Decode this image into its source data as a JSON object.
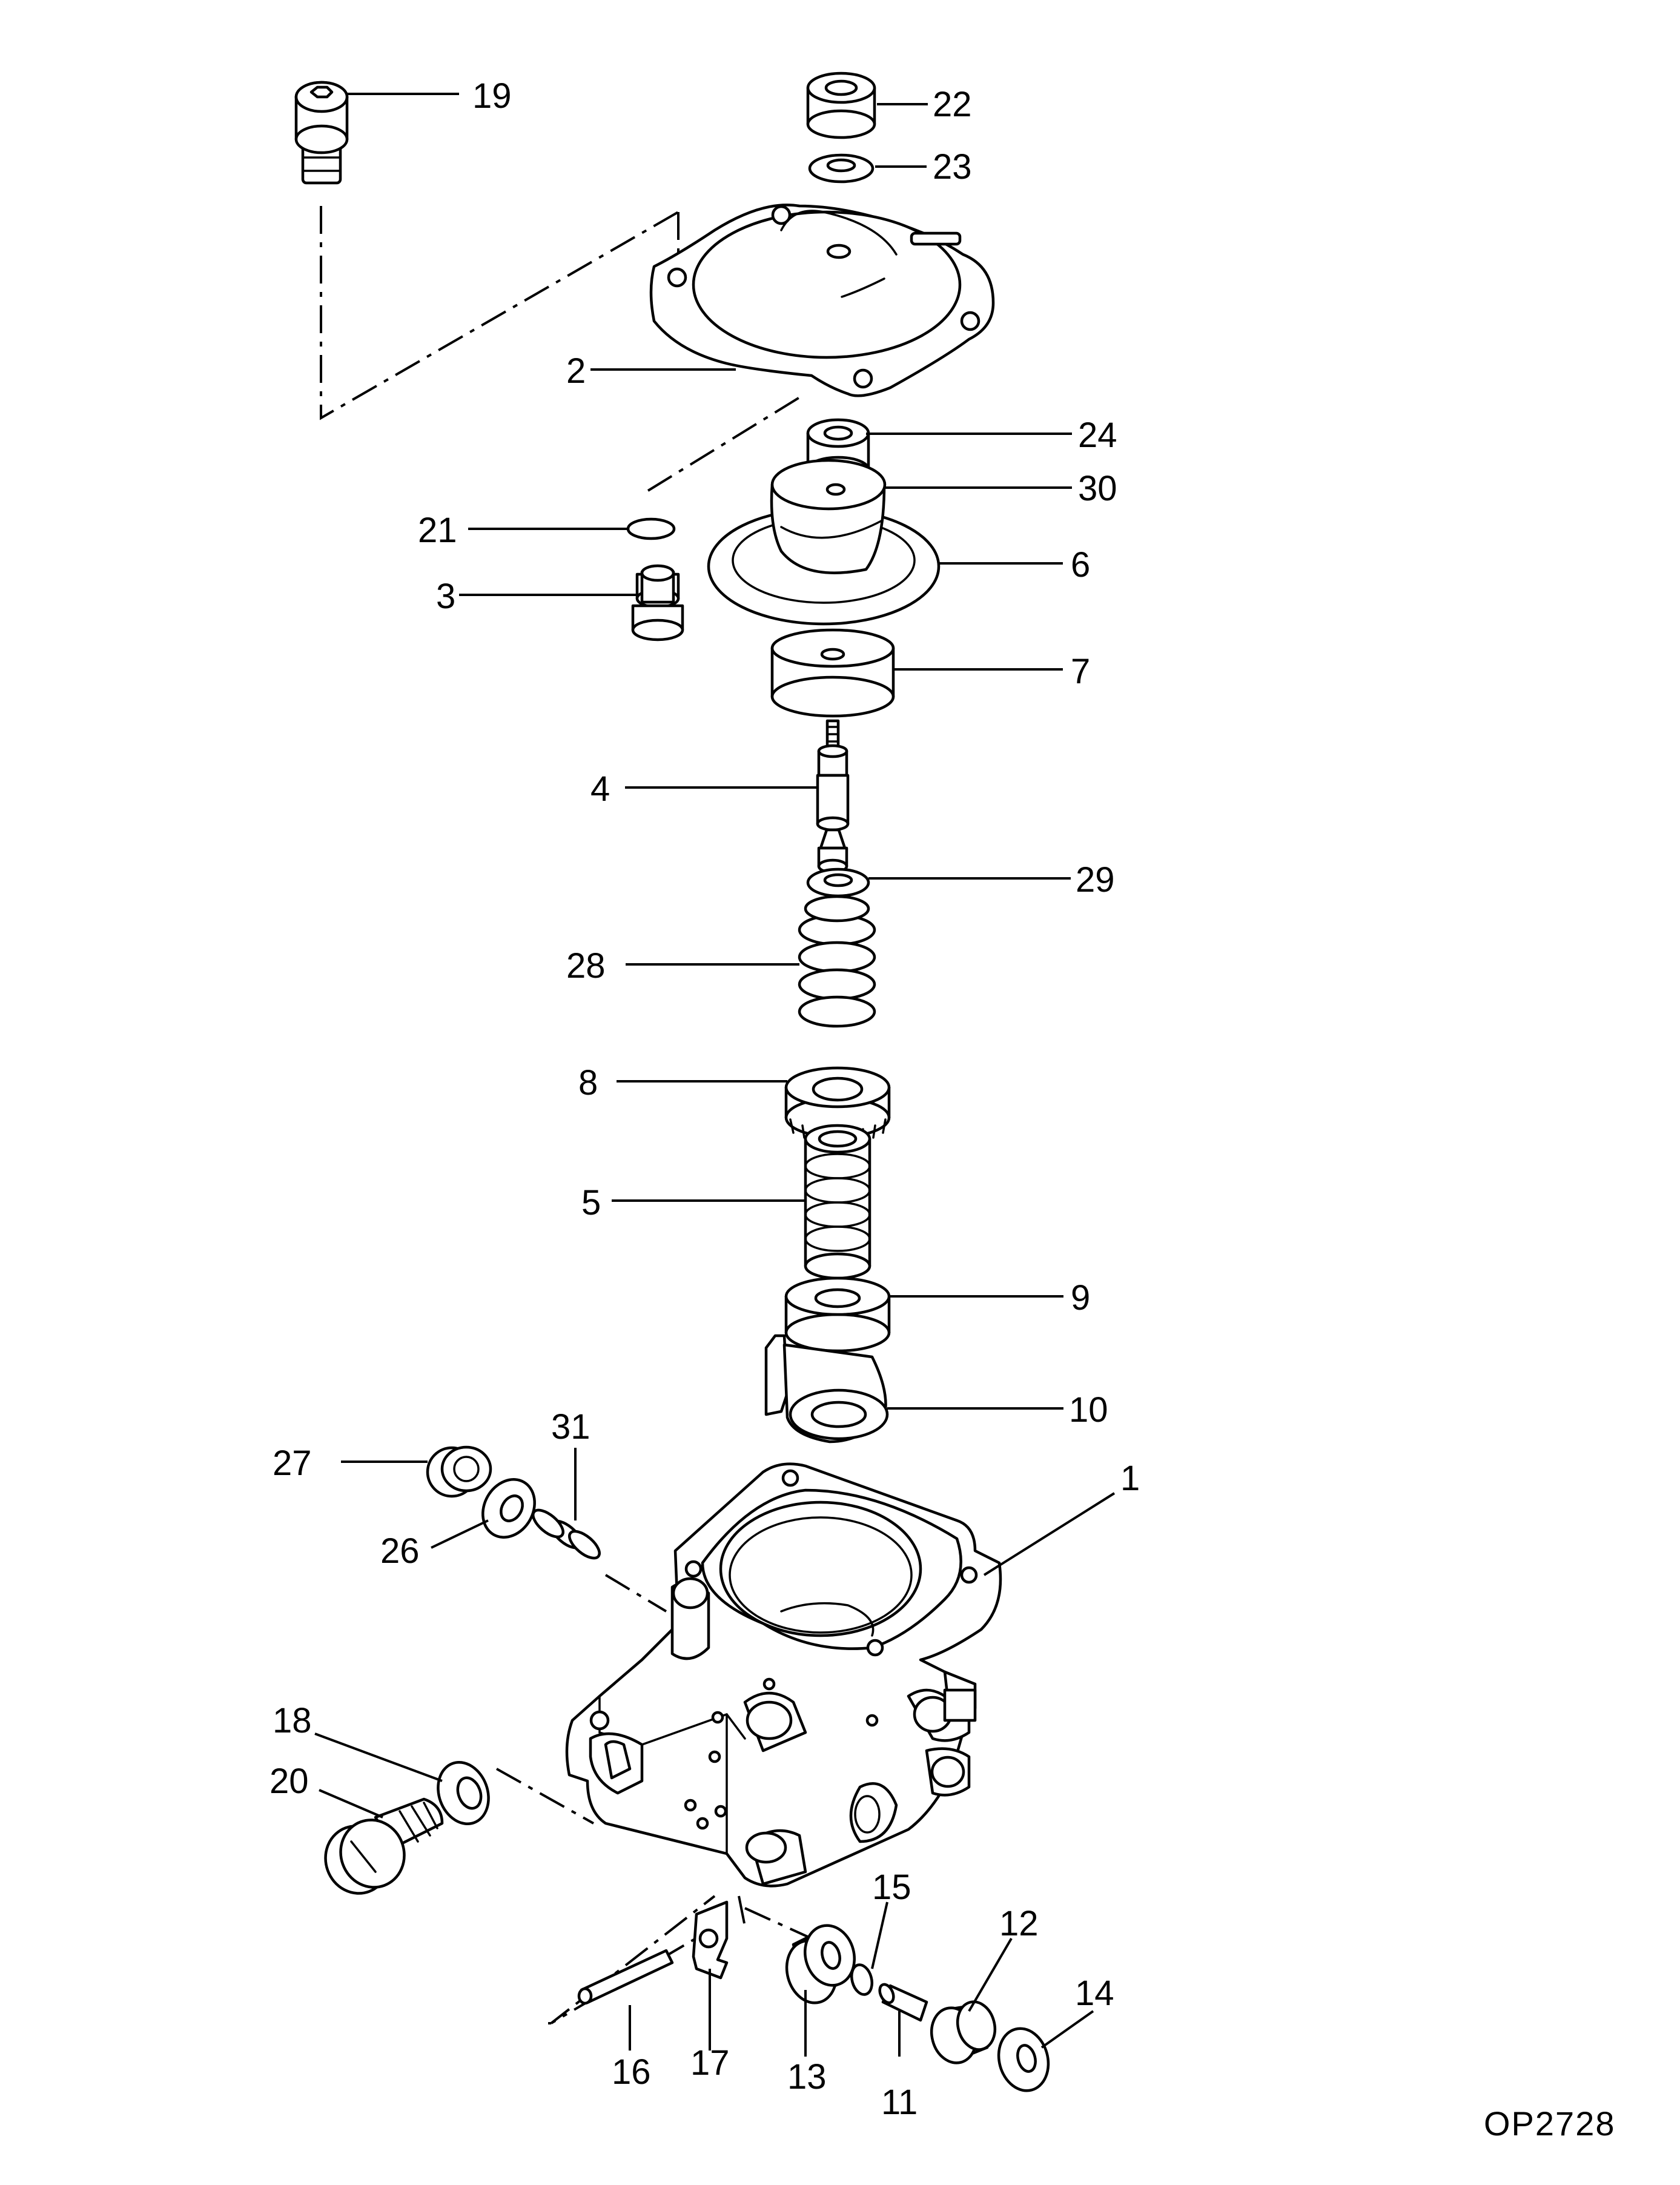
{
  "drawing_code": "OP2728",
  "callouts": {
    "p1": "1",
    "p2": "2",
    "p3": "3",
    "p4": "4",
    "p5": "5",
    "p6": "6",
    "p7": "7",
    "p8": "8",
    "p9": "9",
    "p10": "10",
    "p11": "11",
    "p12": "12",
    "p13": "13",
    "p14": "14",
    "p15": "15",
    "p16": "16",
    "p17": "17",
    "p18": "18",
    "p19": "19",
    "p20": "20",
    "p21": "21",
    "p22": "22",
    "p23": "23",
    "p24": "24",
    "p26": "26",
    "p27": "27",
    "p28": "28",
    "p29": "29",
    "p30": "30",
    "p31": "31"
  }
}
